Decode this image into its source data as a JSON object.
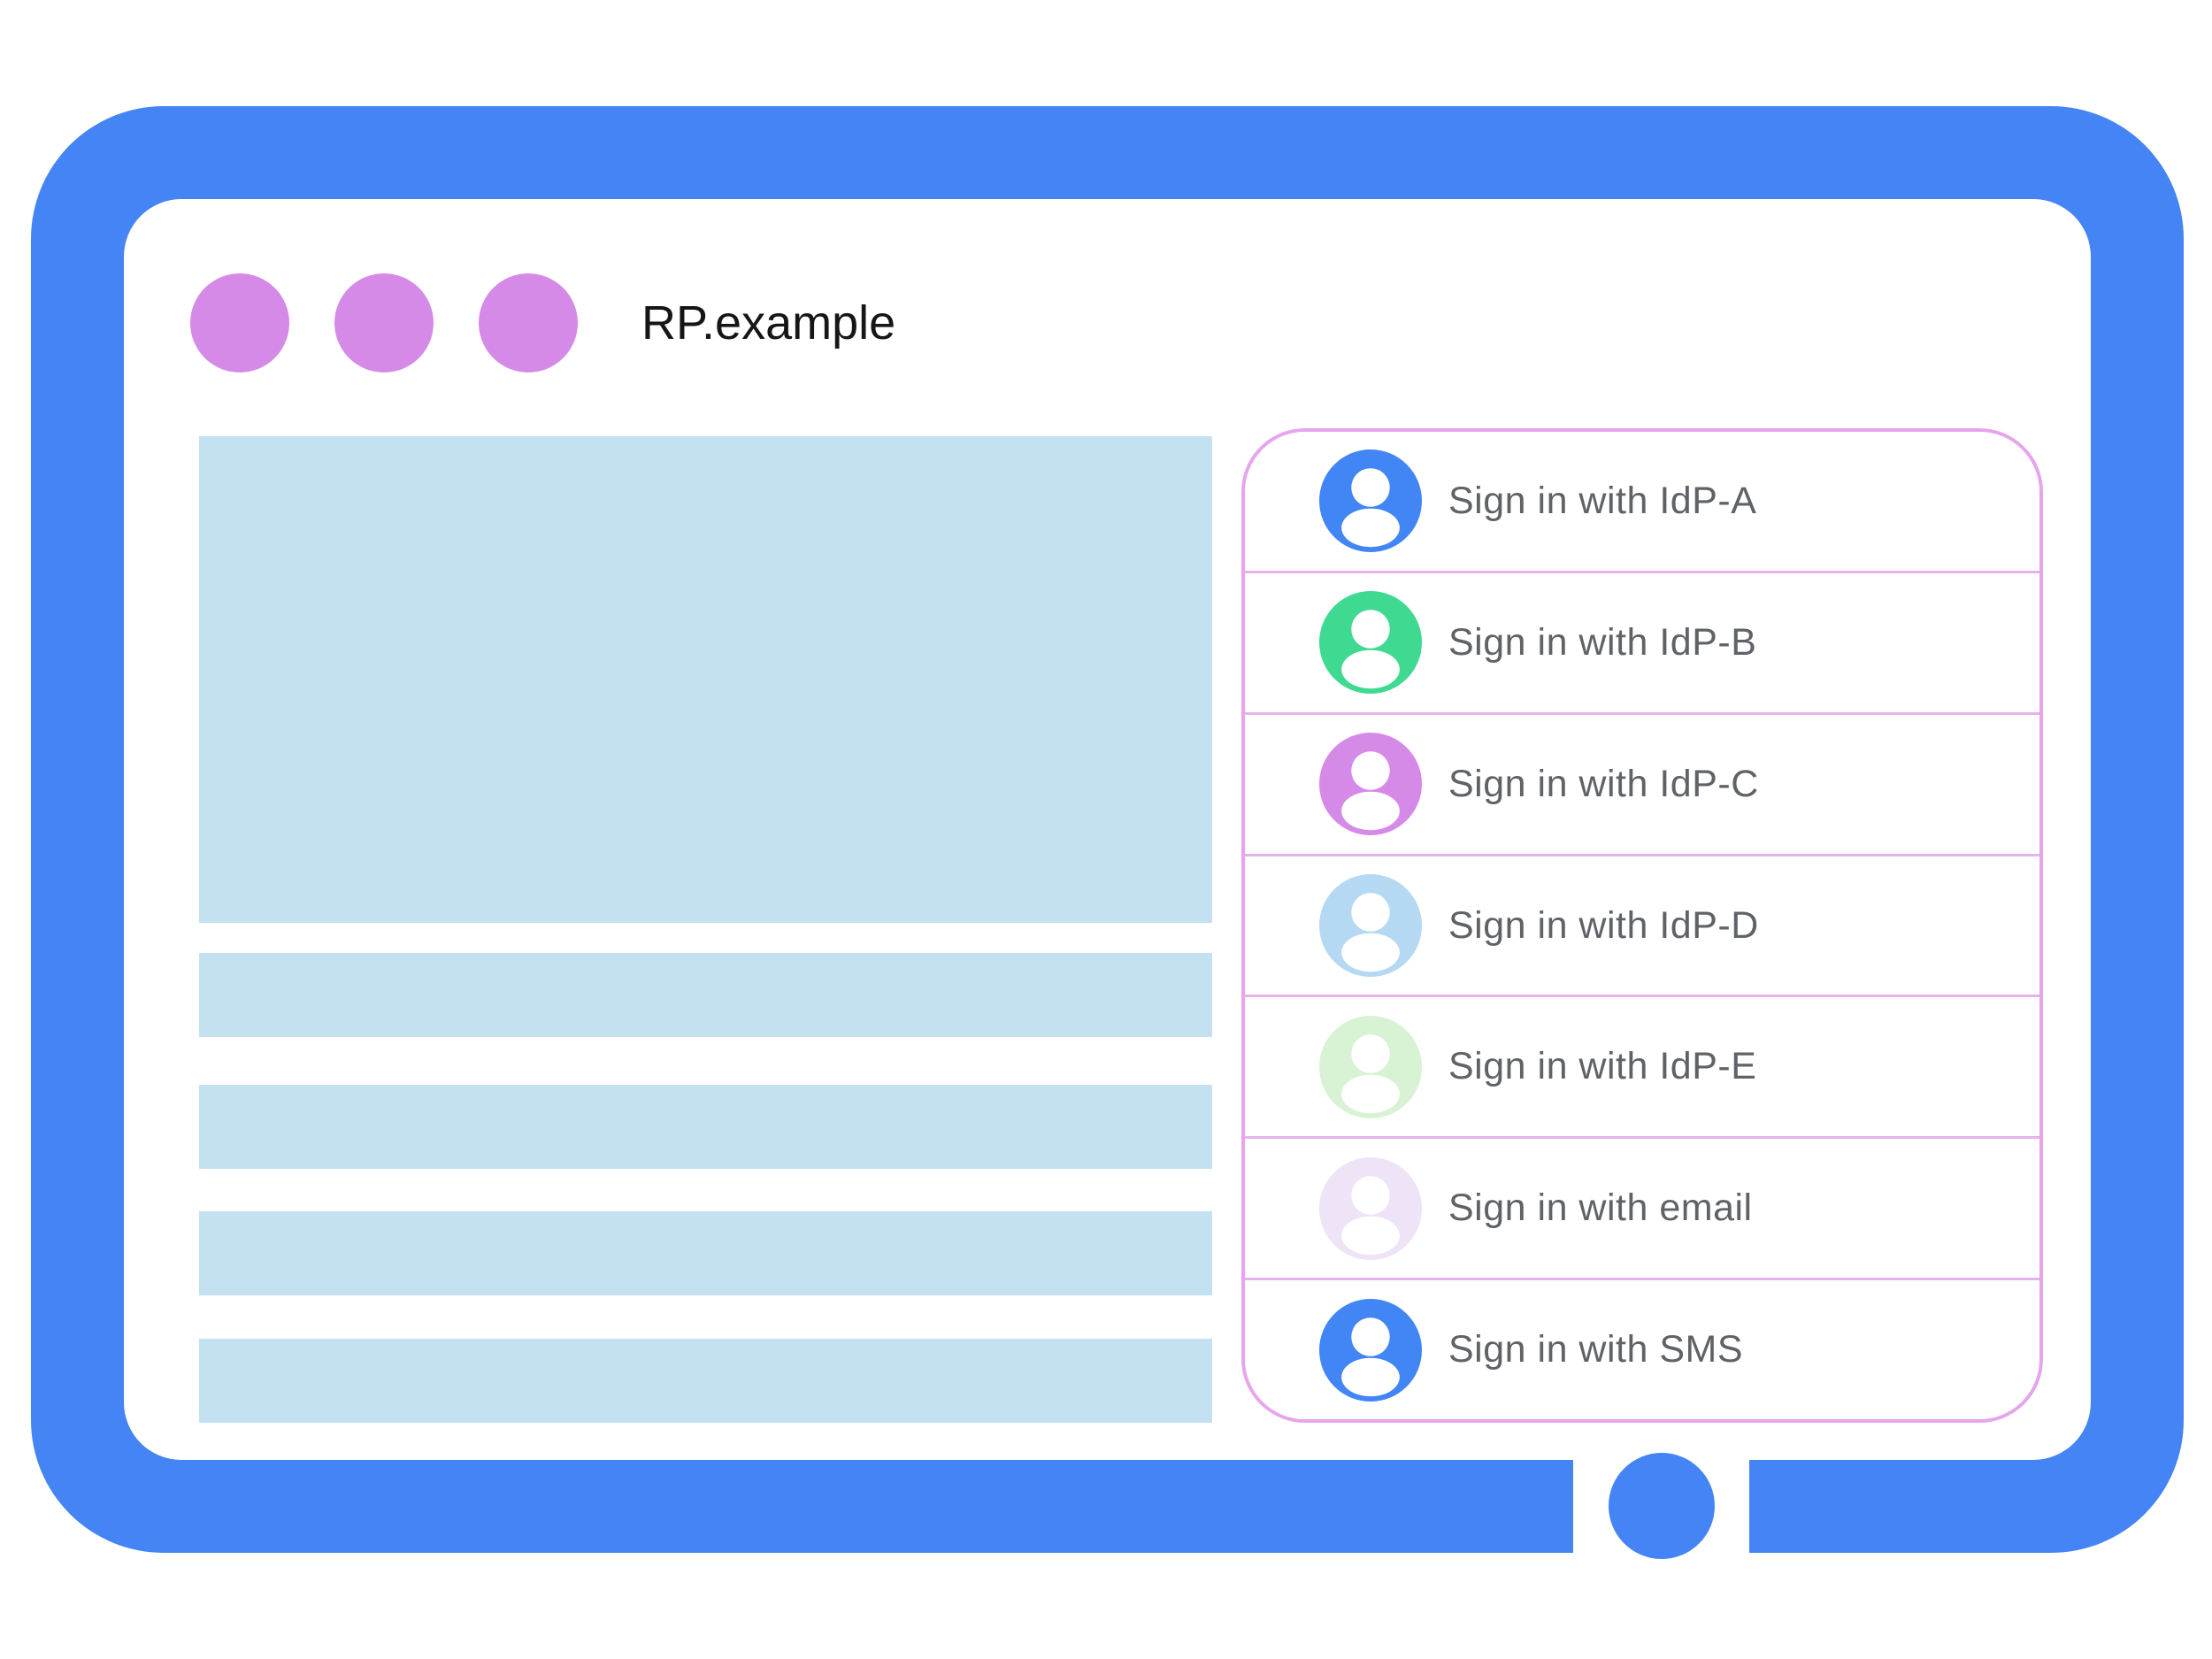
{
  "browser": {
    "title": "RP.example",
    "window_dot_count": 3
  },
  "colors": {
    "frame-blue": "#4484F4",
    "placeholder-blue": "#C4E1F2",
    "dot-purple": "#D68AE8",
    "panel-border": "#E7A4EE",
    "panel-separator": "#E5B3EA",
    "label-gray": "#5F6368",
    "title-black": "#161616"
  },
  "signin_panel": {
    "items": [
      {
        "label": "Sign in with IdP-A",
        "avatar_color": "#4285F4",
        "icon": "person-icon"
      },
      {
        "label": "Sign in with IdP-B",
        "avatar_color": "#40D992",
        "icon": "person-icon"
      },
      {
        "label": "Sign in with IdP-C",
        "avatar_color": "#D68AE8",
        "icon": "person-icon"
      },
      {
        "label": "Sign in with IdP-D",
        "avatar_color": "#B5D9F2",
        "icon": "person-icon"
      },
      {
        "label": "Sign in with IdP-E",
        "avatar_color": "#D8F3D4",
        "icon": "person-icon"
      },
      {
        "label": "Sign in with email",
        "avatar_color": "#EEE3F7",
        "icon": "person-icon"
      },
      {
        "label": "Sign in with SMS",
        "avatar_color": "#4285F4",
        "icon": "person-icon"
      }
    ]
  },
  "content": {
    "hero_blocks": 1,
    "text_bars": 4
  }
}
